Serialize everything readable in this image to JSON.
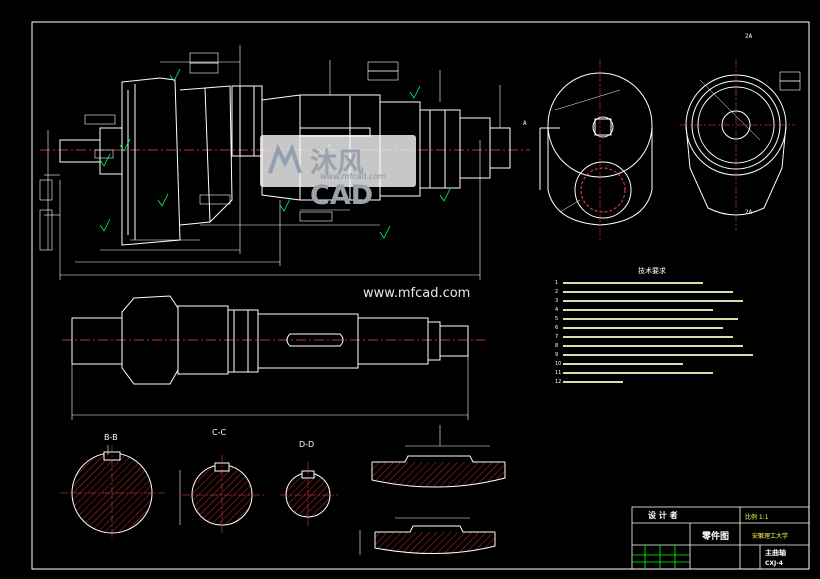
{
  "watermark": {
    "brand_main": "沐风CAD",
    "brand_sub": "www.mfcad.com",
    "site_text": "www.mfcad.com"
  },
  "colors": {
    "background": "#000000",
    "outline": "#ffffff",
    "dimension": "#ffffff",
    "tolerance_frame": "#ffffff",
    "annotation_green": "#00ff66",
    "hatch_red": "#ff3333",
    "centerline": "#ff4444",
    "note_text": "#ffff66",
    "frame_green": "#00ff00"
  },
  "sections": {
    "section_b": "B-B",
    "section_c": "C-C",
    "section_d": "D-D",
    "view_a": "A"
  },
  "notes": {
    "title": "技术要求",
    "lines": [
      "1",
      "2",
      "3",
      "4",
      "5",
      "6",
      "7",
      "8",
      "9",
      "10",
      "11",
      "12"
    ]
  },
  "title_block": {
    "drawing_type": "零件图",
    "school": "安徽理工大学",
    "part_name": "主曲轴",
    "drawing_no": "CXJ-4",
    "designer_label": "设 计 者",
    "ratio": "比例 1:1"
  }
}
